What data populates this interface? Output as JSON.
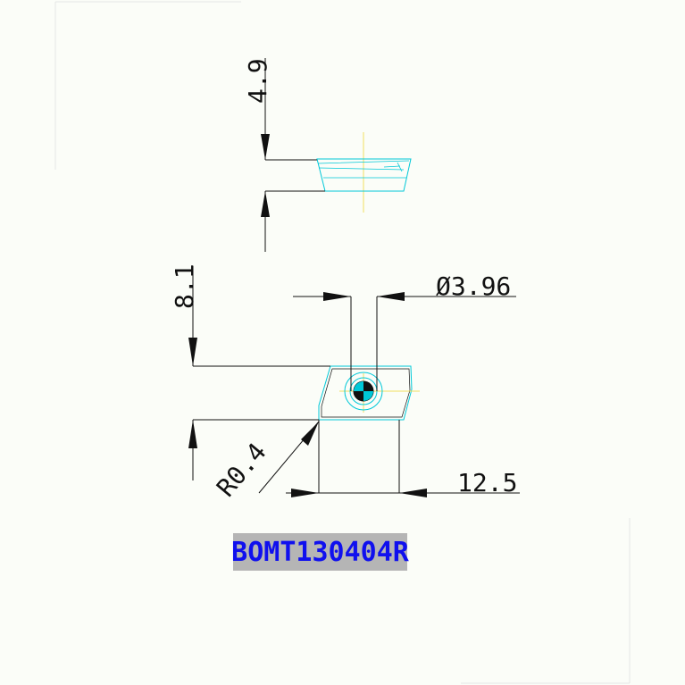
{
  "dimensions": {
    "thickness": "4.9",
    "width": "8.1",
    "hole_diameter": "Ø3.96",
    "length": "12.5",
    "corner_radius": "R0.4"
  },
  "part_label": "BOMT130404R",
  "colors": {
    "background": "#fbfdf8",
    "dimension_lines": "#111111",
    "part_outline": "#00c8d8",
    "centerline": "#f0e060",
    "label_background": "#b5b5b5",
    "label_text": "#1010ee"
  }
}
